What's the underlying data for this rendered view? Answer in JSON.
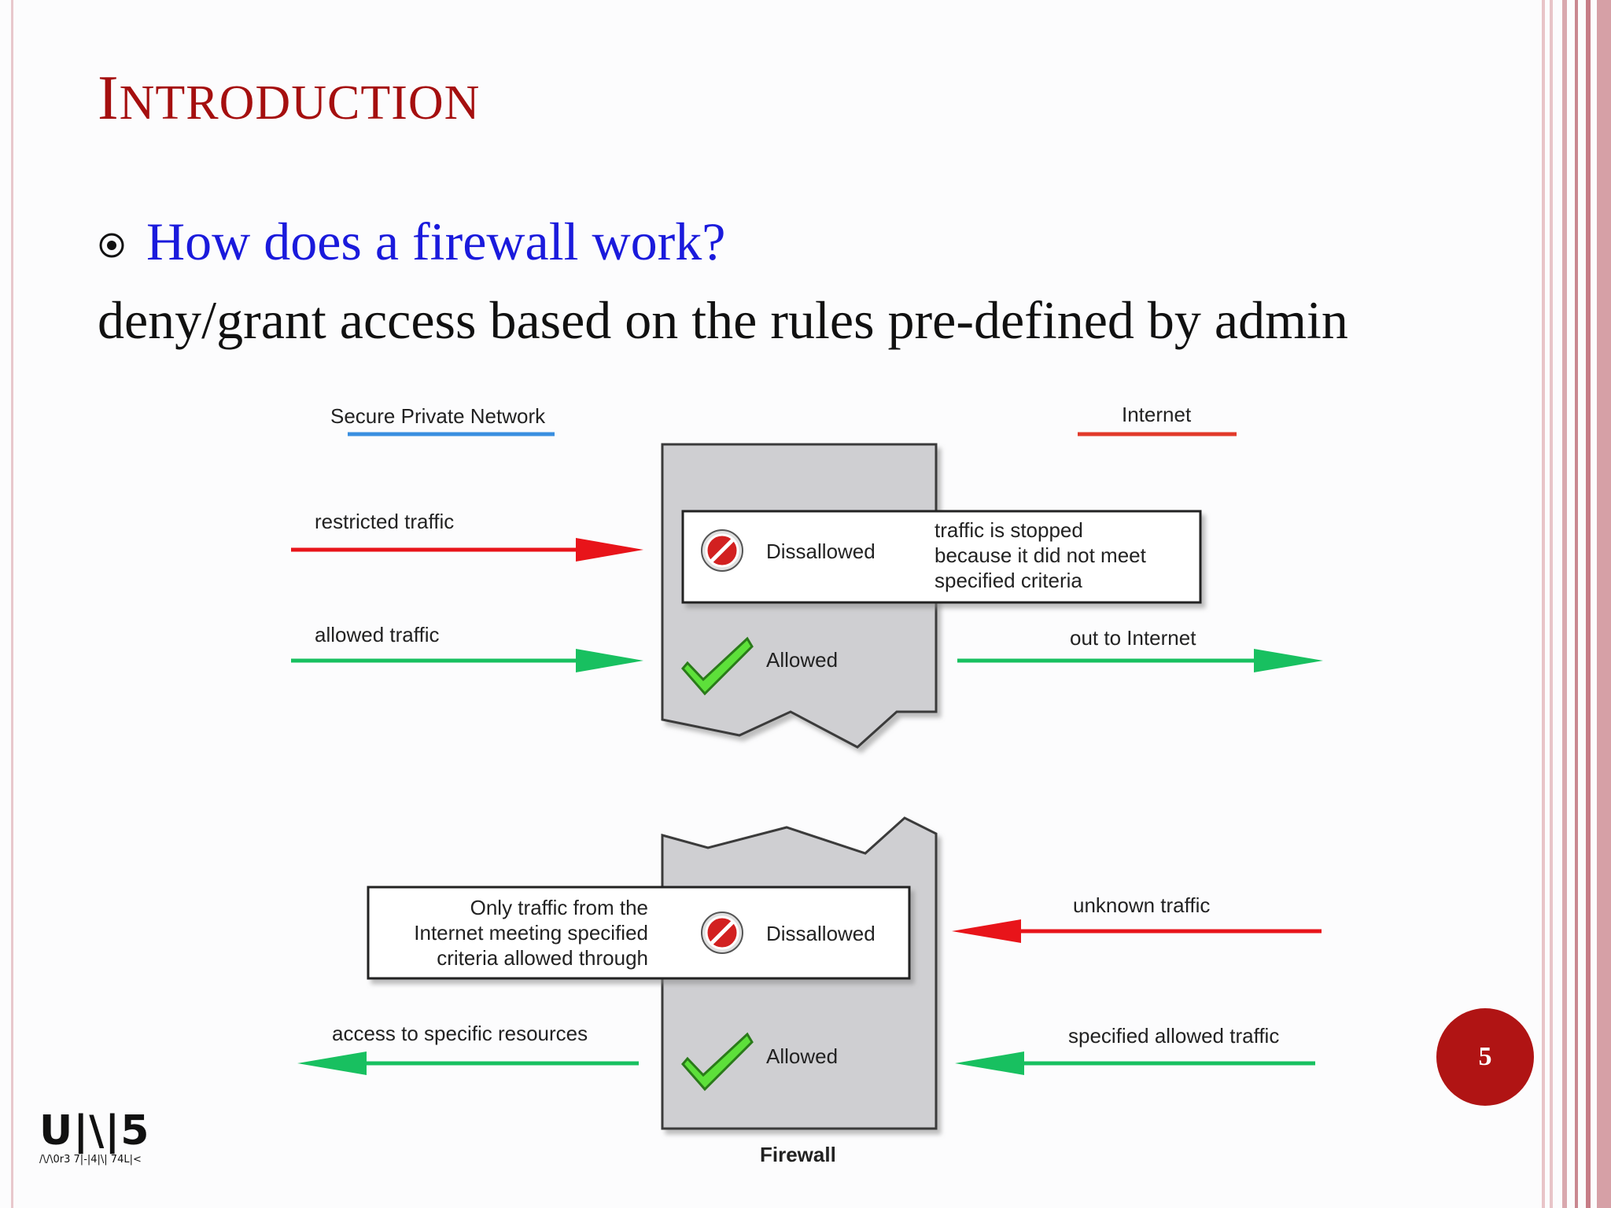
{
  "slide": {
    "title_first_letter": "I",
    "title_rest": "NTRODUCTION",
    "bullet_question": "How does a firewall work?",
    "body_text": "deny/grant access based on the rules pre-defined by admin",
    "slide_number": "5"
  },
  "diagram": {
    "secure_network_label": "Secure Private Network",
    "internet_label": "Internet",
    "restricted_traffic": "restricted traffic",
    "allowed_traffic": "allowed traffic",
    "out_to_internet": "out to Internet",
    "top_disallowed": "Dissallowed",
    "top_allowed": "Allowed",
    "top_note_lines": [
      "traffic is stopped",
      "because it did not meet",
      "specified criteria"
    ],
    "unknown_traffic": "unknown traffic",
    "specified_allowed_traffic": "specified allowed traffic",
    "access_to_resources": "access to specific resources",
    "bottom_disallowed": "Dissallowed",
    "bottom_allowed": "Allowed",
    "bottom_note_lines": [
      "Only traffic from the",
      "Internet meeting specified",
      "criteria allowed through"
    ],
    "firewall_label": "Firewall"
  },
  "logo": {
    "main": "U|\\|5",
    "sub": "/\\/\\0r3 7|-|4|\\| 74L|<"
  },
  "colors": {
    "title": "#a50f0f",
    "question": "#1a1adc",
    "restricted_arrow": "#e8141a",
    "allowed_arrow": "#18c060",
    "secure_network_line": "#3a8fe0",
    "internet_line": "#e23a2a",
    "firewall_fill": "#cfcfd2",
    "slide_number_bg": "#b01414"
  }
}
